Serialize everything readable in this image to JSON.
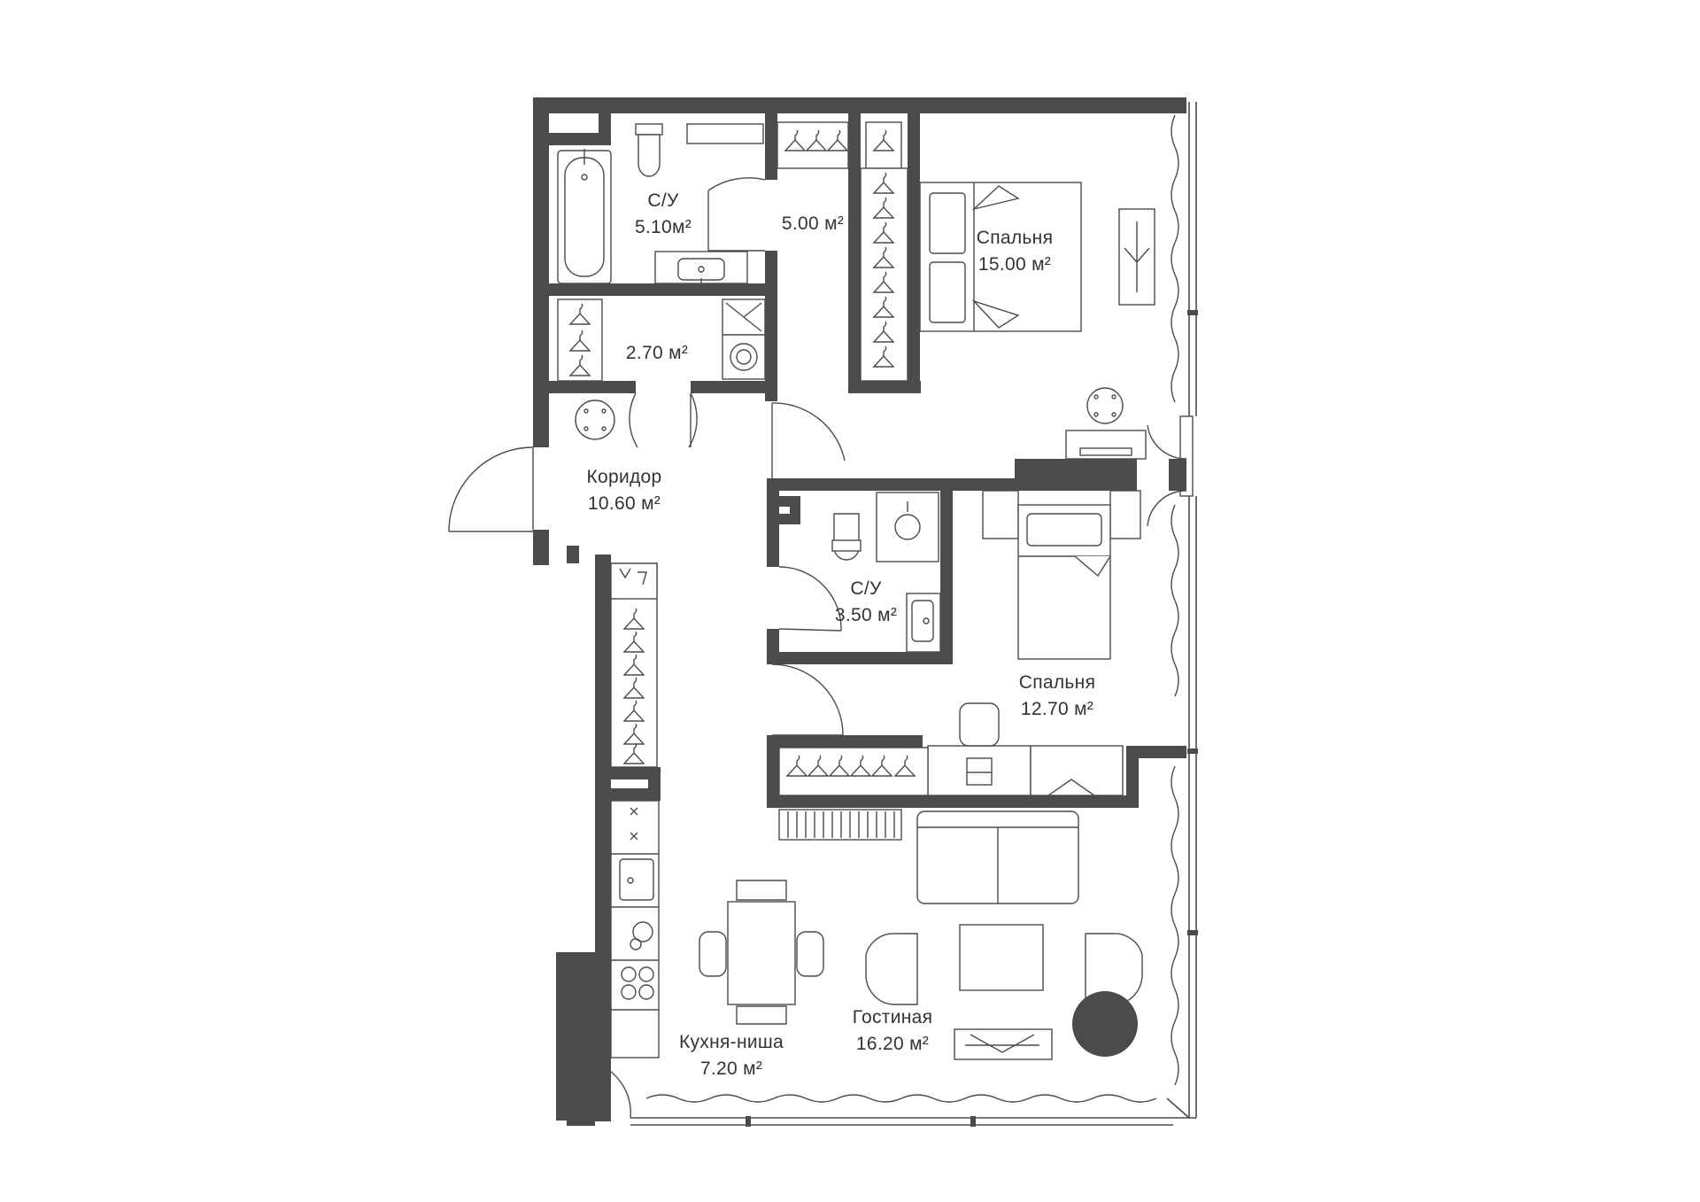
{
  "rooms": [
    {
      "id": "bath-1",
      "name": "С/У",
      "area": "5.10м²"
    },
    {
      "id": "storage-1",
      "name": "",
      "area": "5.00 м²"
    },
    {
      "id": "bedroom-1",
      "name": "Спальня",
      "area": "15.00 м²"
    },
    {
      "id": "storage-2",
      "name": "",
      "area": "2.70 м²"
    },
    {
      "id": "corridor",
      "name": "Коридор",
      "area": "10.60 м²"
    },
    {
      "id": "bath-2",
      "name": "С/У",
      "area": "3.50 м²"
    },
    {
      "id": "bedroom-2",
      "name": "Спальня",
      "area": "12.70 м²"
    },
    {
      "id": "living",
      "name": "Гостиная",
      "area": "16.20 м²"
    },
    {
      "id": "kitchen",
      "name": "Кухня-ниша",
      "area": "7.20 м²"
    }
  ],
  "colors": {
    "wall": "#4b4b4d",
    "line": "#4b4b4d",
    "text": "#333336",
    "background": "#ffffff"
  }
}
